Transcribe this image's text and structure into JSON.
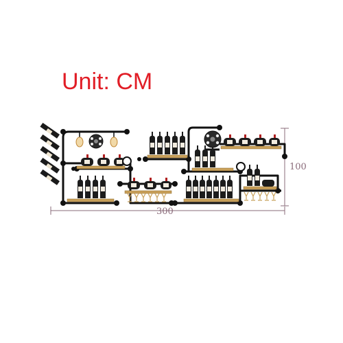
{
  "unit_label": "Unit: CM",
  "dimensions": {
    "width": "300",
    "height": "100"
  },
  "colors": {
    "title": "#e11d26",
    "frame": "#111111",
    "shelf": "#c8a05a",
    "bottle": "#1c1c1c",
    "wine_label": "#f2ece0",
    "dimension_line": "#8a6b7a",
    "accent_red": "#b02020"
  },
  "icons": [
    "wine-bottle-icon",
    "wine-glass-icon",
    "pipe-valve-wheel-icon",
    "light-bulb-icon",
    "pressure-gauge-icon"
  ]
}
